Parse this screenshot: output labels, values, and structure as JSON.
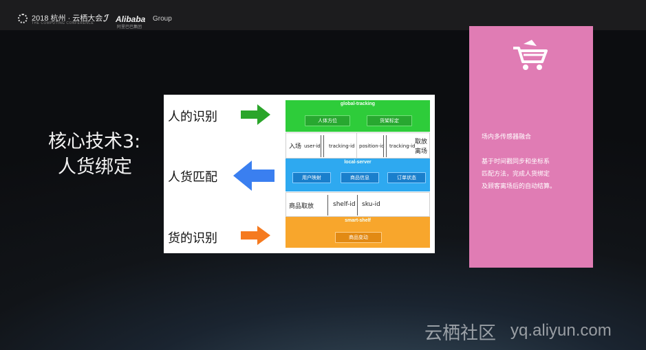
{
  "header": {
    "conference_name": "2018 杭州 · 云栖大会",
    "conference_sub": "THE COMPUTING CONFERENCE",
    "brand_name": "Alibaba",
    "brand_group": "Group",
    "brand_sub": "阿里巴巴集团"
  },
  "title": {
    "line1": "核心技术3:",
    "line2": "人货绑定"
  },
  "diagram": {
    "rows": [
      {
        "label": "人的识别",
        "arrow_direction": "right",
        "arrow_color": "#2aa52a"
      },
      {
        "label": "人货匹配",
        "arrow_direction": "left",
        "arrow_color": "#3a7ff0"
      },
      {
        "label": "货的识别",
        "arrow_direction": "right",
        "arrow_color": "#f57a1f"
      }
    ],
    "global_tracking": {
      "title": "global-tracking",
      "chips": [
        "人体方位",
        "货架标定"
      ]
    },
    "tracking_row": {
      "left_label": "入场",
      "right_label_1": "取放",
      "right_label_2": "离场",
      "ids": [
        "user-id",
        "tracking-id",
        "position-id",
        "tracking-id"
      ]
    },
    "local_server": {
      "title": "local-server",
      "chips": [
        "用户映射",
        "商品信息",
        "订单状态"
      ]
    },
    "product_row": {
      "label": "商品取放",
      "ids": [
        "shelf-id",
        "sku-id"
      ]
    },
    "smart_shelf": {
      "title": "smart-shelf",
      "chips": [
        "商品变动"
      ]
    }
  },
  "side_panel": {
    "icon": "shopping-cart-icon",
    "heading": "场内多传感器融合",
    "body_lines": [
      "基于时间戳同步和坐标系",
      "匹配方法，完成人货绑定",
      "及顾客离场后的自动结算。"
    ]
  },
  "watermark": {
    "cn": "云栖社区",
    "en": "yq.aliyun.com"
  },
  "colors": {
    "panel_pink": "#e07cb4",
    "green": "#2ecc3a",
    "blue": "#2ea9f0",
    "orange": "#f8a62c"
  }
}
